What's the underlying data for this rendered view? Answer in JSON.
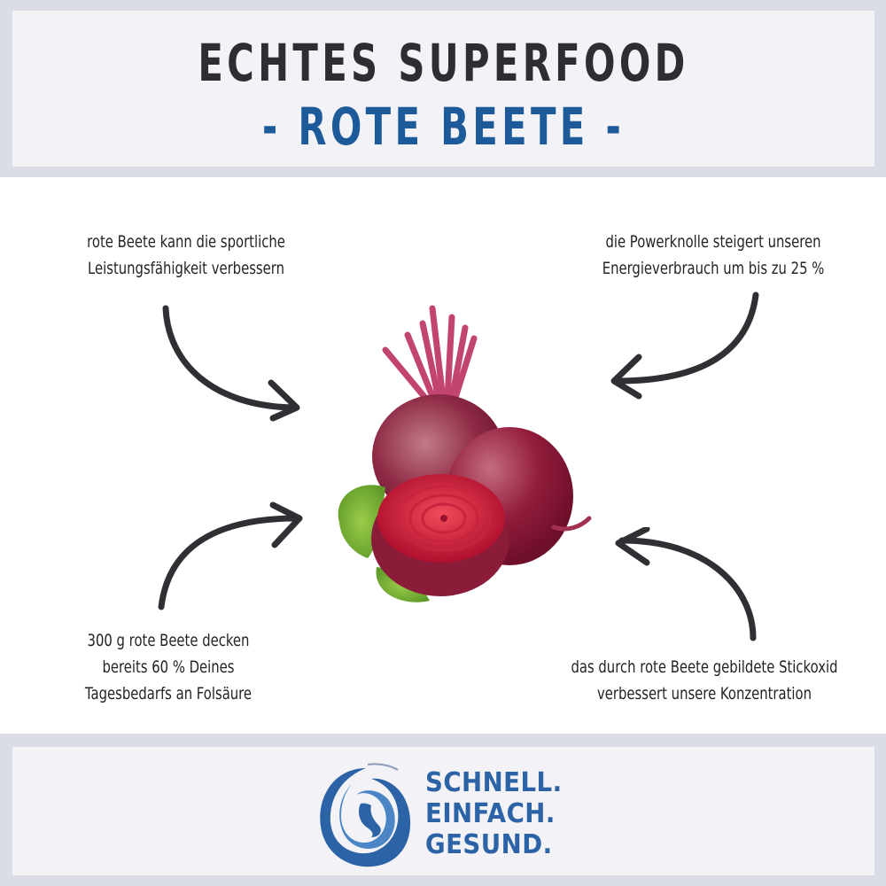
{
  "header": {
    "title_line1": "ECHTES SUPERFOOD",
    "title_line2": "- ROTE BEETE -"
  },
  "facts": [
    {
      "position": "top-left",
      "lines": [
        "rote Beete kann die sportliche",
        "Leistungsfähigkeit verbessern"
      ]
    },
    {
      "position": "top-right",
      "lines": [
        "die Powerknolle steigert unseren",
        "Energieverbrauch um bis zu 25 %"
      ]
    },
    {
      "position": "bottom-left",
      "lines": [
        "300 g rote Beete decken",
        "bereits 60 % Deines",
        "Tagesbedarfs an Folsäure"
      ]
    },
    {
      "position": "bottom-right",
      "lines": [
        "das durch rote Beete gebildete Stickoxid",
        "verbessert unsere Konzentration"
      ]
    }
  ],
  "image": {
    "subject": "beetroot-illustration"
  },
  "footer": {
    "logo_icon": "swirl-face-logo-icon",
    "slogan": [
      "SCHNELL.",
      "EINFACH.",
      "GESUND."
    ]
  },
  "colors": {
    "band_gray": "#dadde5",
    "panel_bg": "#f3f2f6",
    "title_dark": "#2d2e33",
    "title_blue": "#1d5a9a",
    "logo_blue": "#2b63a6",
    "arrow": "#2f3034"
  }
}
